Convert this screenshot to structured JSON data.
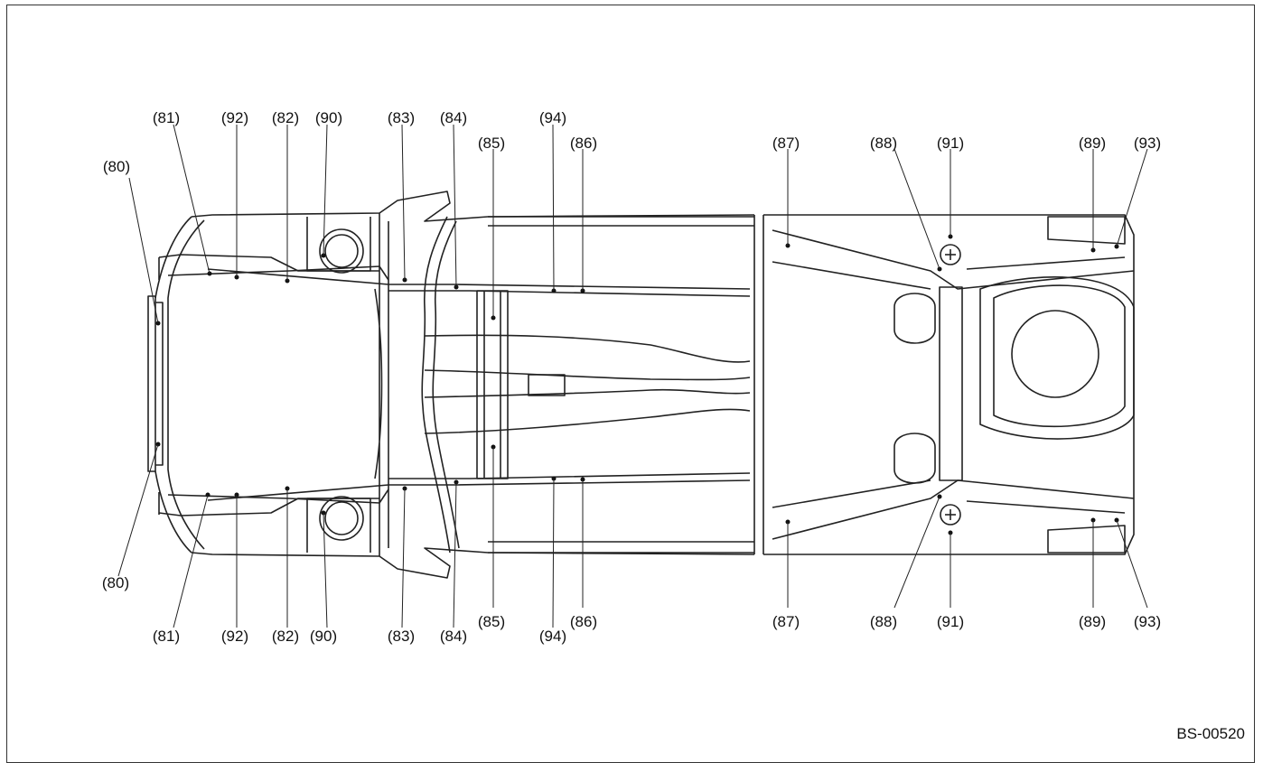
{
  "figure_code": "BS-00520",
  "labels_top": [
    "(81)",
    "(92)",
    "(82)",
    "(90)",
    "(83)",
    "(84)",
    "(85)",
    "(94)",
    "(86)",
    "(87)",
    "(88)",
    "(91)",
    "(89)",
    "(93)"
  ],
  "label_80_top": "(80)",
  "label_80_bottom": "(80)",
  "labels_bottom": [
    "(81)",
    "(92)",
    "(82)",
    "(90)",
    "(83)",
    "(84)",
    "(85)",
    "(94)",
    "(86)",
    "(87)",
    "(88)",
    "(91)",
    "(89)",
    "(93)"
  ]
}
